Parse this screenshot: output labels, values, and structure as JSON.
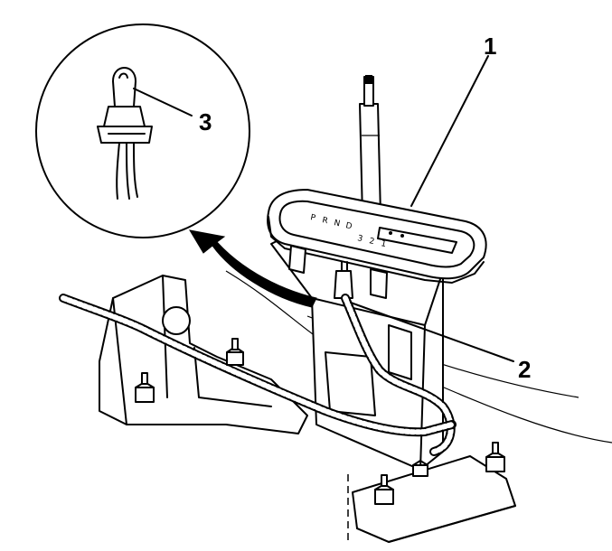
{
  "diagram": {
    "callouts": {
      "one": "1",
      "two": "2",
      "three": "3"
    },
    "shift_letters": {
      "p": "P",
      "r": "R",
      "n": "N",
      "d": "D",
      "three": "3",
      "two": "2",
      "one": "1"
    }
  }
}
